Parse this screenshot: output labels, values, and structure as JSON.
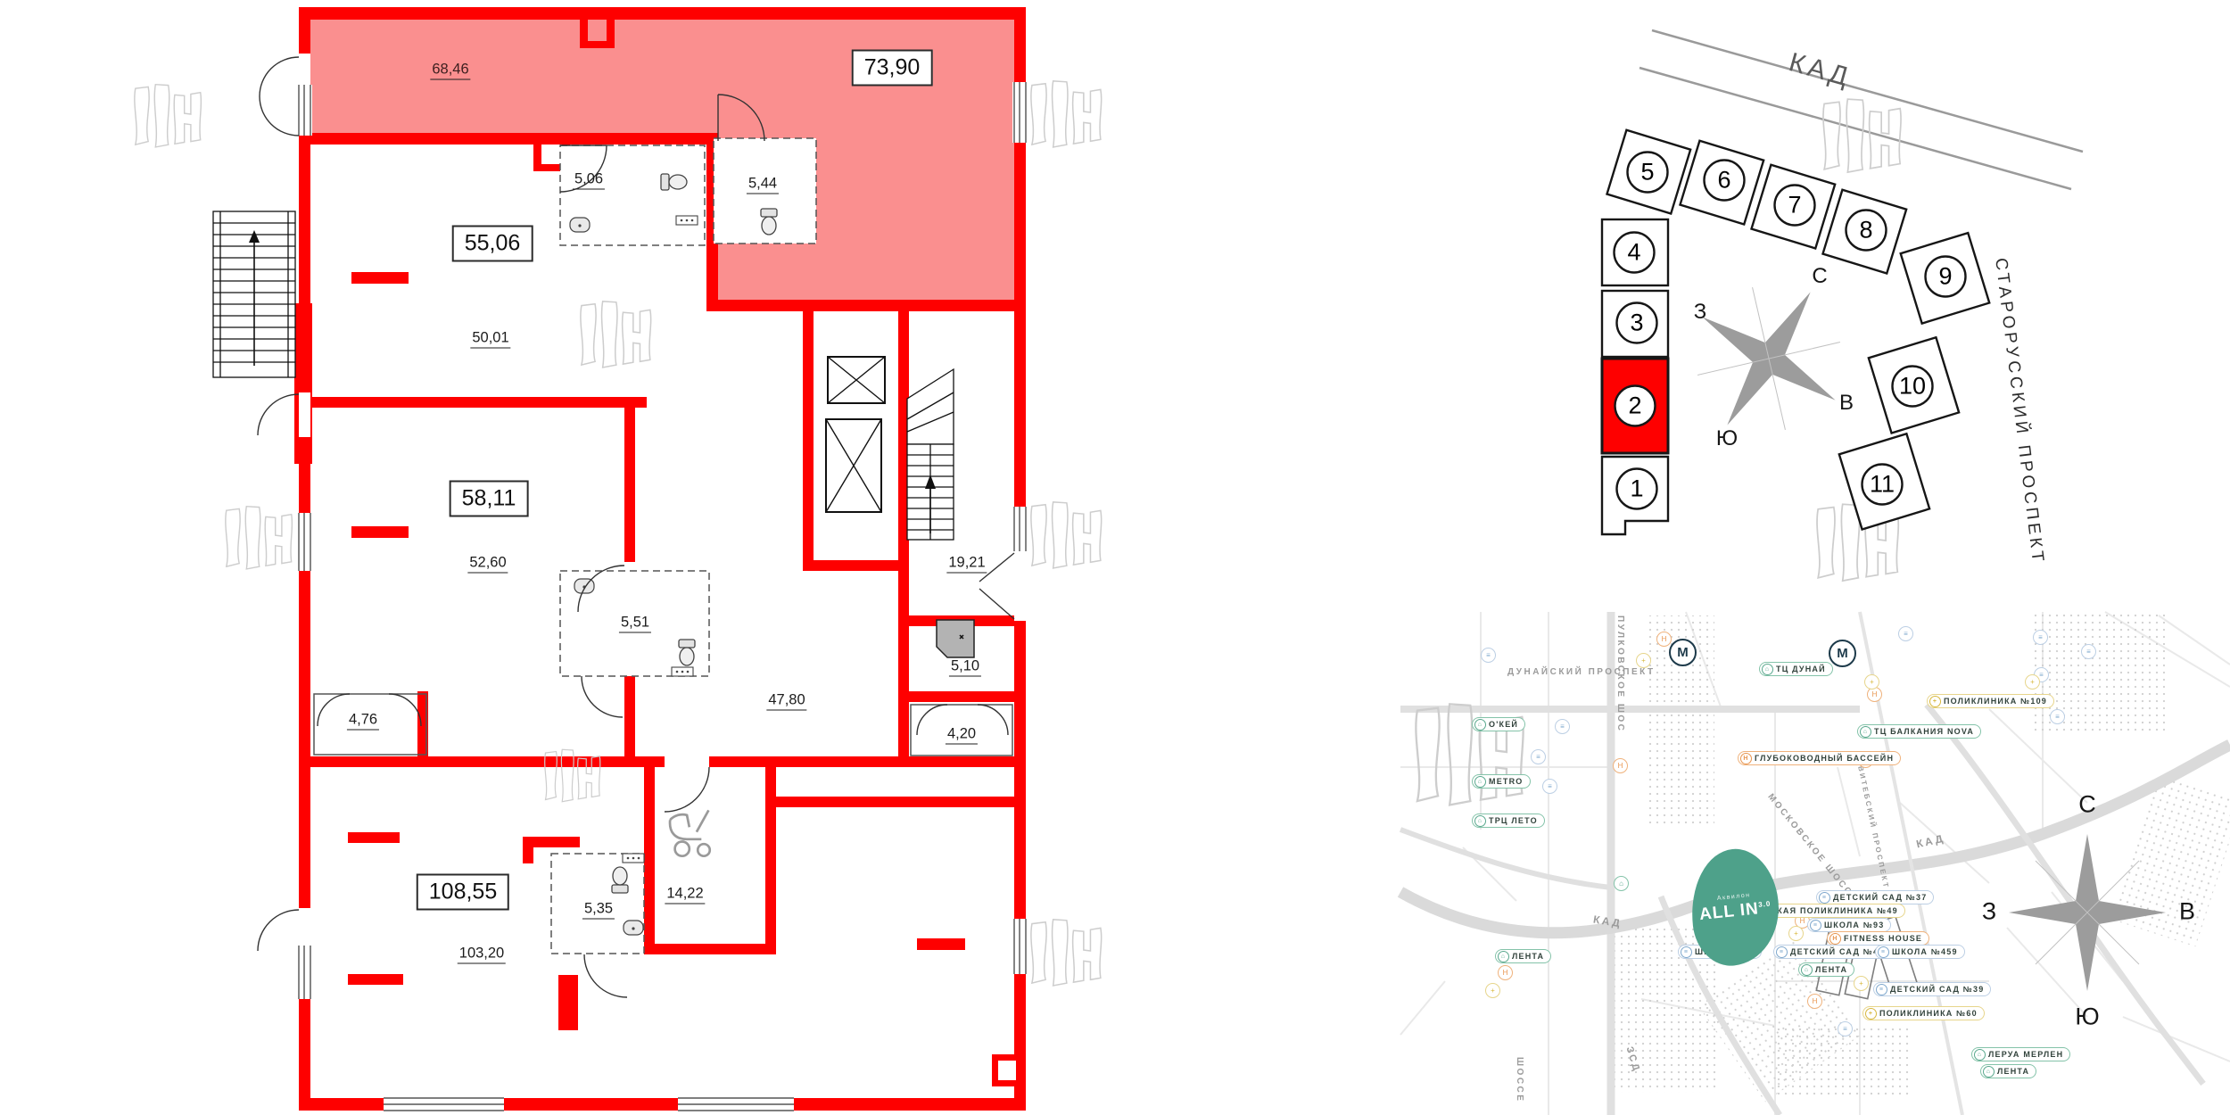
{
  "plan": {
    "wall_color": "#fe0000",
    "highlight_fill": "#fa8f8f",
    "labels": {
      "hl_room": "68,46",
      "hl_total": "73,90",
      "hl_bath": "5,44",
      "u1_total": "55,06",
      "u1_room": "50,01",
      "u1_bath": "5,06",
      "u2_total": "58,11",
      "u2_room": "52,60",
      "u2_bath": "5,51",
      "u3_total": "108,55",
      "u3_room": "103,20",
      "u3_bath": "5,35",
      "u3_stroller": "14,22",
      "stairwell": "19,21",
      "entry": "5,10",
      "corridor": "47,80",
      "balcony_left": "4,76",
      "balcony_right": "4,20"
    }
  },
  "building_diagram": {
    "units": [
      "1",
      "2",
      "3",
      "4",
      "5",
      "6",
      "7",
      "8",
      "9",
      "10",
      "11"
    ],
    "highlighted_unit": "2",
    "highlight_color": "#fe0000",
    "road": "КАД",
    "street": "СТАРОРУССКИЙ ПРОСПЕКТ",
    "compass": {
      "n": "С",
      "s": "Ю",
      "w": "З",
      "e": "В"
    }
  },
  "map": {
    "road_labels": {
      "dunaysky": "ДУНАЙСКИЙ ПРОСПЕКТ",
      "pulkovskoe": "ПУЛКОВСКОЕ ШОС",
      "shosse": "ШОССЕ",
      "kad_left": "КАД",
      "kad_right": "КАД",
      "moskovskoe": "МОСКОВСКОЕ ШОССЕ",
      "vitebsky": "ВИТЕБСКИЙ ПРОСПЕКТ",
      "zsd": "ЗСД"
    },
    "icon_glyphs": {
      "green": "⌂",
      "orange": "H",
      "yellow": "+",
      "blue": "≡",
      "metro": "М"
    },
    "badges": [
      {
        "label": "ТЦ ДУНАЙ",
        "type": "green"
      },
      {
        "label": "ПОЛИКЛИНИКА №109",
        "type": "yellow"
      },
      {
        "label": "ТЦ БАЛКАНИЯ NOVA",
        "type": "green"
      },
      {
        "label": "ГЛУБОКОВОДНЫЙ БАССЕЙН",
        "type": "orange"
      },
      {
        "label": "О'КЕЙ",
        "type": "green"
      },
      {
        "label": "METRO",
        "type": "green"
      },
      {
        "label": "ТРЦ ЛЕТО",
        "type": "green"
      },
      {
        "label": "ДЕТСКИЙ САД №37",
        "type": "blue"
      },
      {
        "label": "ДЕТСКАЯ ПОЛИКЛИНИКА №49",
        "type": "yellow"
      },
      {
        "label": "ШКОЛА №93",
        "type": "blue"
      },
      {
        "label": "FITNESS HOUSE",
        "type": "orange"
      },
      {
        "label": "ДЕТСКИЙ САД №49",
        "type": "blue"
      },
      {
        "label": "ШКОЛА №459",
        "type": "blue"
      },
      {
        "label": "ШКОЛА №93",
        "type": "blue"
      },
      {
        "label": "ЛЕНТА",
        "type": "green"
      },
      {
        "label": "ДЕТСКИЙ САД №39",
        "type": "blue"
      },
      {
        "label": "ПОЛИКЛИНИКА №60",
        "type": "yellow"
      },
      {
        "label": "ЛЕРУА МЕРЛЕН",
        "type": "green"
      },
      {
        "label": "ЛЕНТА",
        "type": "green"
      },
      {
        "label": "ЛЕНТА",
        "type": "green"
      }
    ],
    "logo": {
      "brand": "Аквилон",
      "title": "ALL IN",
      "version": "3.0",
      "color": "#4ea18a"
    },
    "compass": {
      "n": "С",
      "s": "Ю",
      "w": "З",
      "e": "В"
    }
  }
}
